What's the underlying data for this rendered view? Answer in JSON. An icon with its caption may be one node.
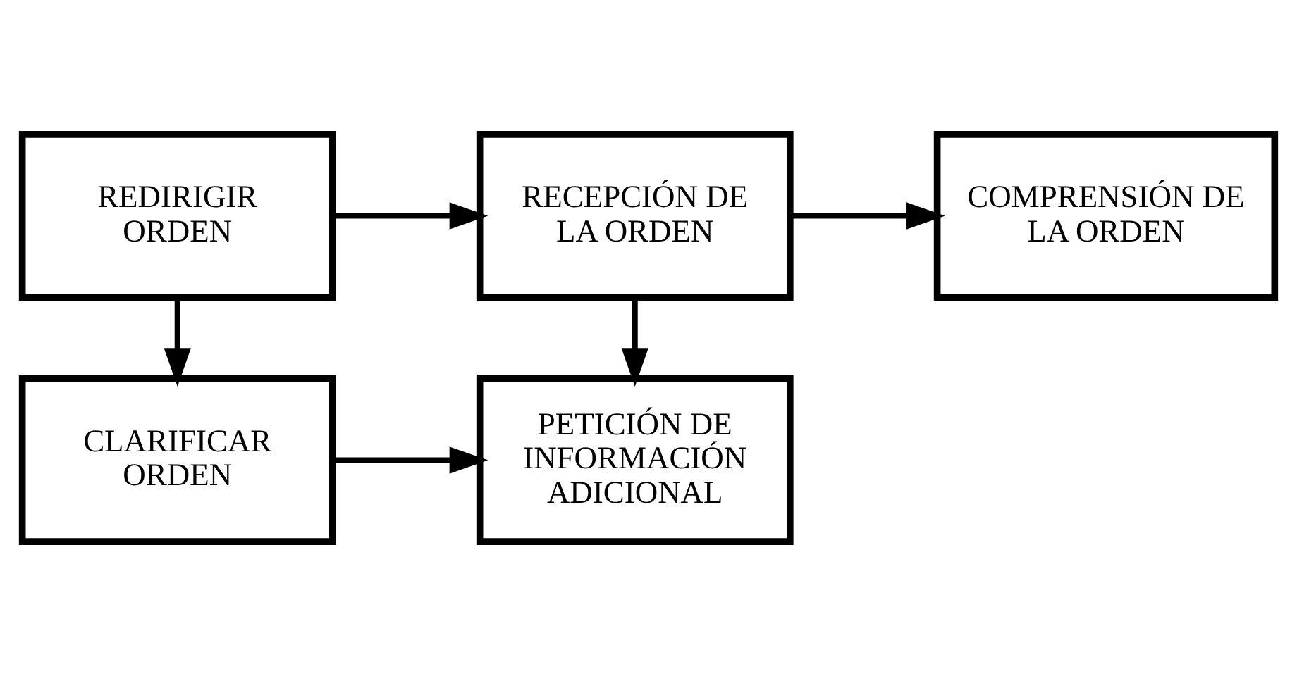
{
  "diagram": {
    "nodes": [
      {
        "text": [
          "REDIRIGIR ORDEN"
        ]
      },
      {
        "text": [
          "RECEPCIÓN DE LA ORDEN"
        ]
      },
      {
        "text": [
          "COMPRENSIÓN DE LA ORDEN"
        ]
      },
      {
        "text": [
          "CLARIFICAR ORDEN"
        ]
      },
      {
        "text": [
          "PETICIÓN DE INFORMACIÓN ADICIONAL"
        ]
      }
    ],
    "edges": [
      {
        "from": 0,
        "to": 1,
        "arrow": "to"
      },
      {
        "from": 1,
        "to": 2,
        "arrow": "to"
      },
      {
        "from": 0,
        "to": 3,
        "arrow": "to"
      },
      {
        "from": 1,
        "to": 4,
        "arrow": "to"
      },
      {
        "from": 3,
        "to": 4,
        "arrow": "to"
      }
    ]
  }
}
